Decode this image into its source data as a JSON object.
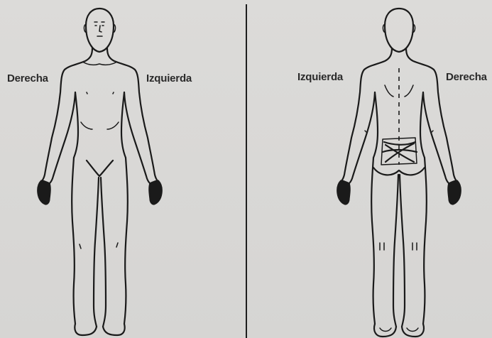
{
  "front_view": {
    "left_label": "Derecha",
    "right_label": "Izquierda"
  },
  "back_view": {
    "left_label": "Izquierda",
    "right_label": "Derecha"
  }
}
